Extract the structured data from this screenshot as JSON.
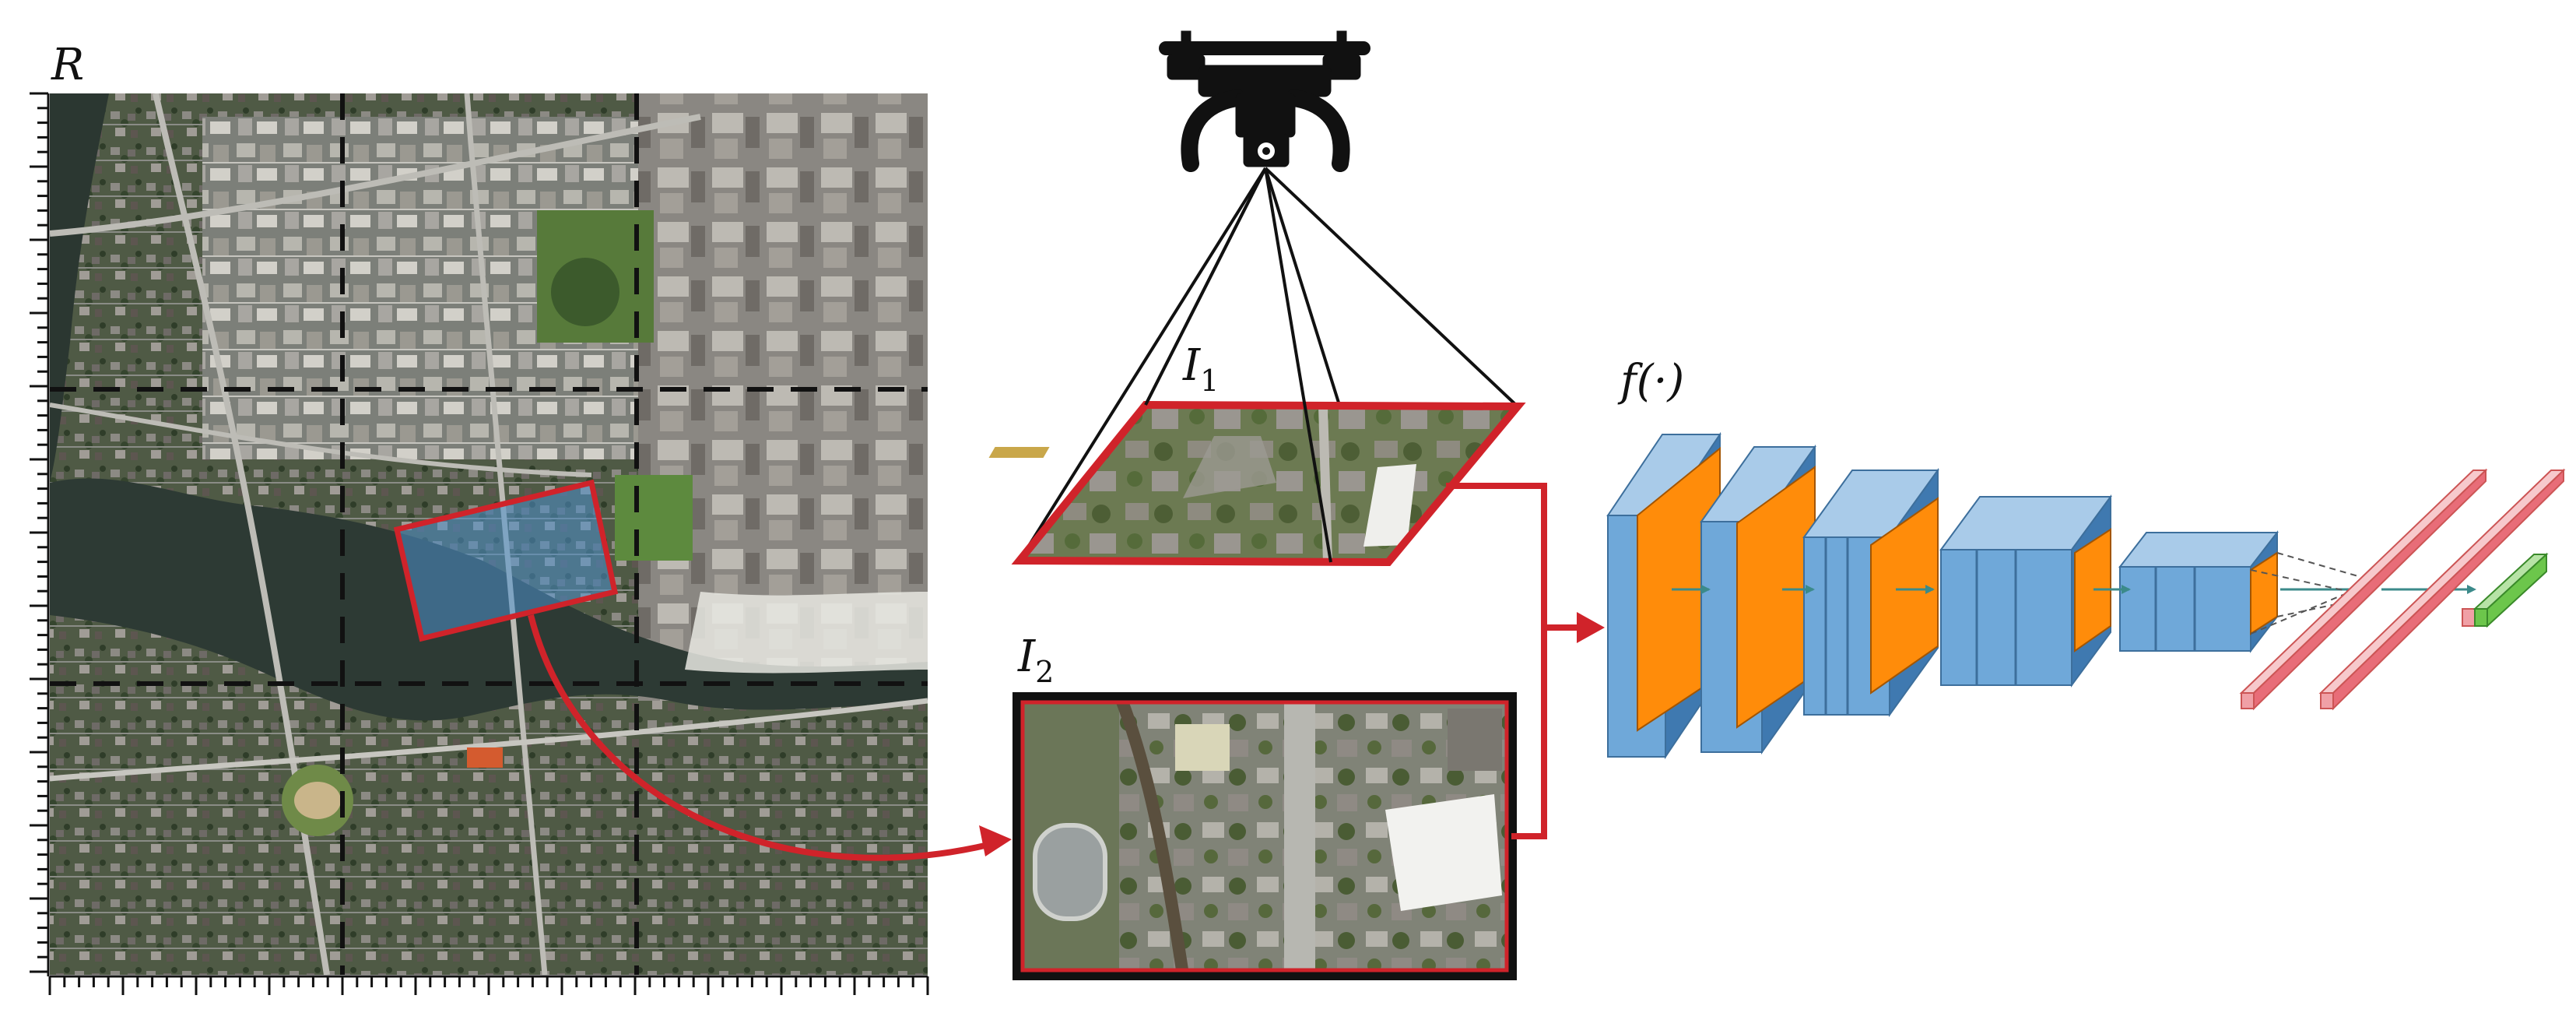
{
  "labels": {
    "reference_map": "R",
    "image1_main": "I",
    "image1_sub": "1",
    "image2_main": "I",
    "image2_sub": "2",
    "network": "f(·)"
  },
  "colors": {
    "highlight_red": "#d0232a",
    "conv_blue": "#6fa8d9",
    "conv_blue_dark": "#4a86bf",
    "feature_orange": "#ff8c0a",
    "fc_pink": "#f0a0a6",
    "output_green": "#6cc64b",
    "map_grid": "#111111"
  },
  "icons": {
    "drone": "drone-icon"
  }
}
